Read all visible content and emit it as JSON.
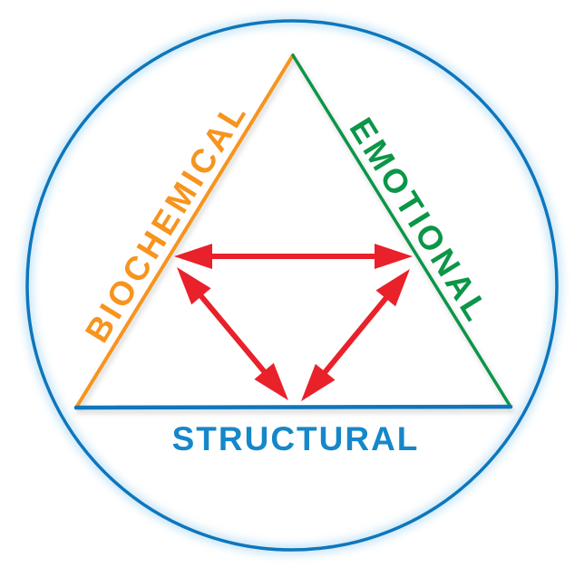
{
  "diagram": {
    "title_semantic": "triad-interaction-diagram",
    "labels": {
      "left": "BIOCHEMICAL",
      "right": "EMOTIONAL",
      "bottom": "STRUCTURAL"
    },
    "colors": {
      "left_edge": "#F7941E",
      "left_label": "#F7941E",
      "right_edge": "#0B9648",
      "right_label": "#0B9648",
      "bottom_edge": "#0E76BC",
      "bottom_label": "#1687C9",
      "circle": "#0E76BC",
      "circle_glow": "#8FCCEE",
      "arrow": "#E8212B",
      "background": "#FFFFFF"
    },
    "relationships": [
      {
        "from": "BIOCHEMICAL",
        "to": "EMOTIONAL",
        "bidirectional": true
      },
      {
        "from": "BIOCHEMICAL",
        "to": "STRUCTURAL",
        "bidirectional": true
      },
      {
        "from": "EMOTIONAL",
        "to": "STRUCTURAL",
        "bidirectional": true
      }
    ]
  }
}
